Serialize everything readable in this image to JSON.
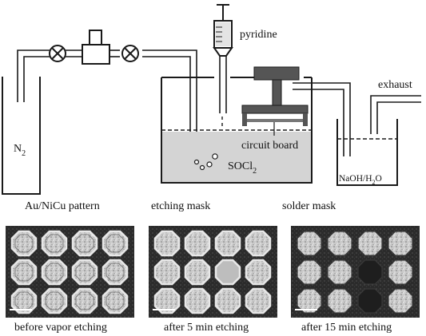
{
  "diagram": {
    "labels": {
      "n2": "N",
      "n2_sub": "2",
      "pyridine": "pyridine",
      "exhaust": "exhaust",
      "circuit_board": "circuit board",
      "socl": "SOCl",
      "socl_sub": "2",
      "naoh": "NaOH/H",
      "naoh_sub": "2",
      "naoh_end": "O"
    },
    "panels": [
      {
        "label": "Au/NiCu pattern",
        "caption": "before vapor etching"
      },
      {
        "label": "etching mask",
        "caption": "after 5 min etching"
      },
      {
        "label": "solder mask",
        "caption": "after 15 min etching"
      }
    ]
  },
  "colors": {
    "line": "#1a1a1a",
    "liquid": "#d4d4d4",
    "dark_gray": "#555555",
    "panel_bg": "#2a2a2a",
    "pad_light": "#bdbdbd"
  }
}
